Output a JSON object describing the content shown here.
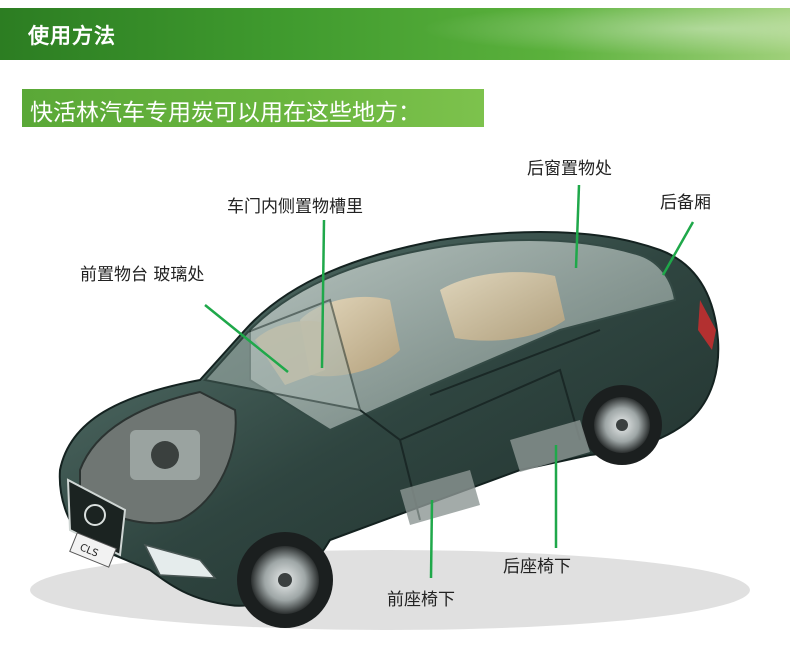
{
  "header": {
    "title": "使用方法"
  },
  "subheader": {
    "title": "快活林汽车专用炭可以用在这些地方："
  },
  "callouts": {
    "rear_window": "后窗置物处",
    "trunk": "后备厢",
    "door_slot": "车门内侧置物槽里",
    "dashboard": "前置物台 玻璃处",
    "rear_seat_under": "后座椅下",
    "front_seat_under": "前座椅下"
  },
  "car": {
    "badge": "CLS"
  },
  "colors": {
    "banner_green": "#3f9a2e",
    "callout_line": "#1fa84a",
    "car_body": "#2f4540"
  }
}
